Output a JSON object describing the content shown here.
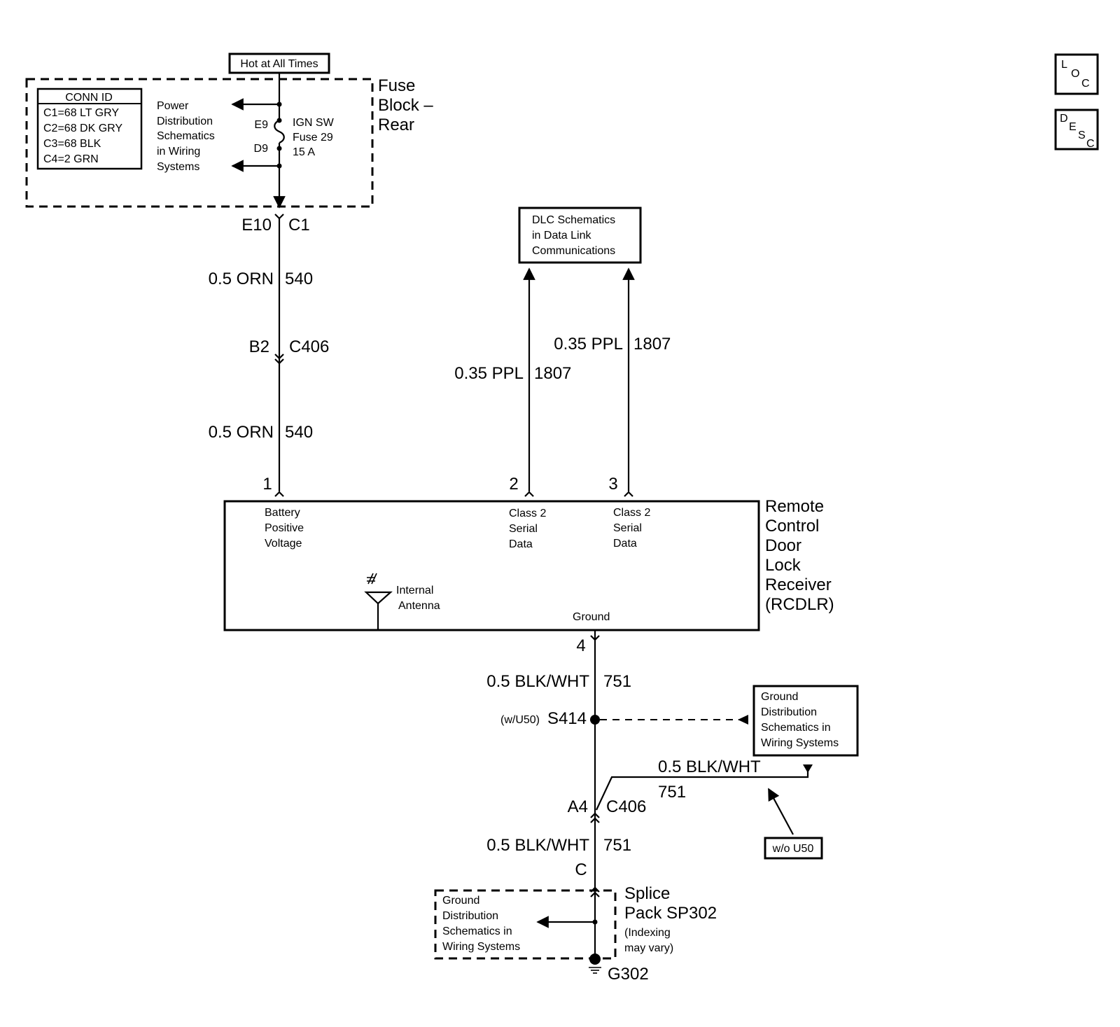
{
  "hot_label": "Hot at All Times",
  "fuse_block": {
    "title_lines": [
      "Fuse",
      "Block –",
      "Rear"
    ],
    "conn_id": {
      "header": "CONN ID",
      "rows": [
        "C1=68 LT GRY",
        "C2=68 DK GRY",
        "C3=68 BLK",
        "C4=2 GRN"
      ]
    },
    "power_dist_lines": [
      "Power",
      "Distribution",
      "Schematics",
      "in Wiring",
      "Systems"
    ],
    "fuse_pin_top": "E9",
    "fuse_pin_bottom": "D9",
    "fuse_label_lines": [
      "IGN SW",
      "Fuse 29",
      "15 A"
    ]
  },
  "connectors": {
    "e10": "E10",
    "c1": "C1",
    "b2": "B2",
    "c406_top": "C406",
    "a4": "A4",
    "c406_bottom": "C406",
    "c_pin": "C"
  },
  "wires": {
    "orn_upper_gauge": "0.5 ORN",
    "orn_upper_circuit": "540",
    "orn_lower_gauge": "0.5 ORN",
    "orn_lower_circuit": "540",
    "ppl_left_gauge": "0.35 PPL",
    "ppl_left_circuit": "1807",
    "ppl_right_gauge": "0.35 PPL",
    "ppl_right_circuit": "1807",
    "blk_upper_gauge": "0.5 BLK/WHT",
    "blk_upper_circuit": "751",
    "blk_branch_gauge": "0.5 BLK/WHT",
    "blk_branch_circuit": "751",
    "blk_lower_gauge": "0.5 BLK/WHT",
    "blk_lower_circuit": "751"
  },
  "dlc_box_lines": [
    "DLC Schematics",
    "in Data Link",
    "Communications"
  ],
  "rcdlr": {
    "title_lines": [
      "Remote",
      "Control",
      "Door",
      "Lock",
      "Receiver",
      "(RCDLR)"
    ],
    "pins": {
      "p1": "1",
      "p2": "2",
      "p3": "3",
      "p4": "4"
    },
    "pin1_label_lines": [
      "Battery",
      "Positive",
      "Voltage"
    ],
    "pin2_label_lines": [
      "Class 2",
      "Serial",
      "Data"
    ],
    "pin3_label_lines": [
      "Class 2",
      "Serial",
      "Data"
    ],
    "antenna_label_lines": [
      "Internal",
      "Antenna"
    ],
    "ground_label": "Ground"
  },
  "splice": {
    "s414_option": "(w/U50)",
    "s414": "S414",
    "wo_u50": "w/o U50",
    "ground_dist_box_lines": [
      "Ground",
      "Distribution",
      "Schematics in",
      "Wiring Systems"
    ],
    "splice_pack_lines": [
      "Splice",
      "Pack SP302"
    ],
    "splice_pack_note_lines": [
      "(Indexing",
      "may vary)"
    ],
    "ground_dist_dashed_lines": [
      "Ground",
      "Distribution",
      "Schematics in",
      "Wiring Systems"
    ],
    "ground_id": "G302"
  },
  "side_icons": {
    "loc": [
      "L",
      "O",
      "C"
    ],
    "desc": [
      "D",
      "E",
      "S",
      "C"
    ]
  }
}
